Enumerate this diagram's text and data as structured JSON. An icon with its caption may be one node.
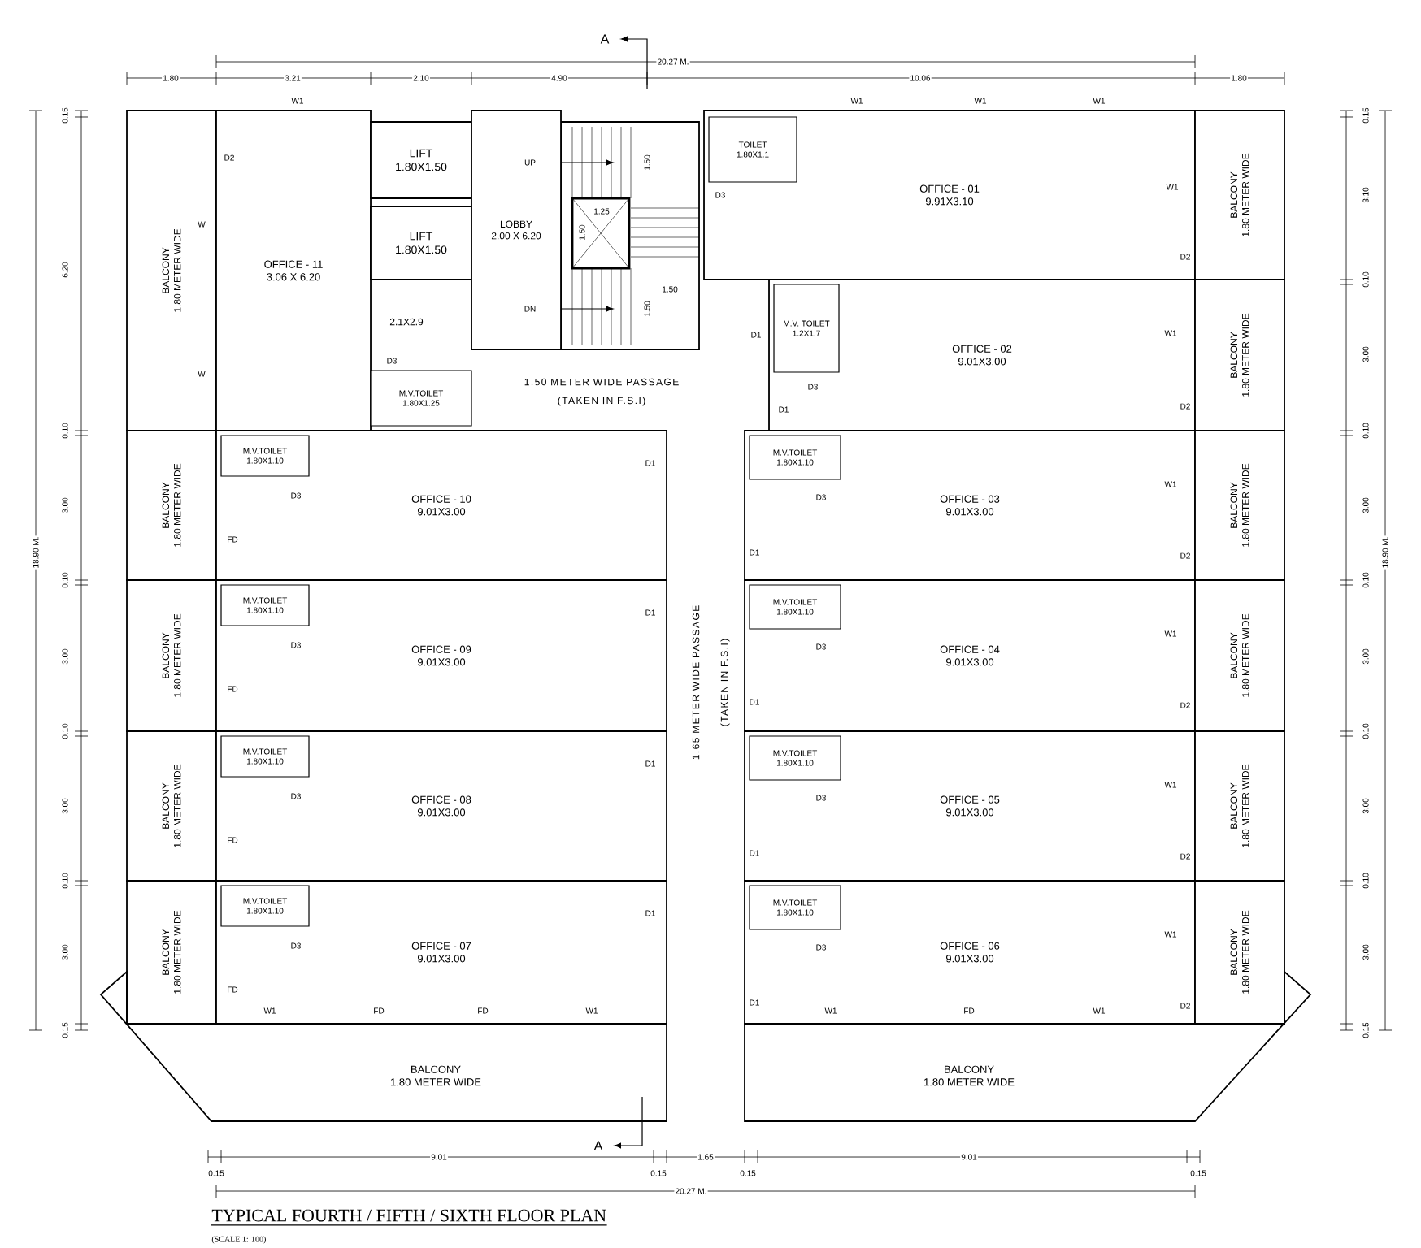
{
  "diagram": {
    "title": "TYPICAL FOURTH / FIFTH / SIXTH FLOOR PLAN",
    "caption": "(SCALE 1: 100)",
    "nodes": [
      {
        "text": [
          "BALCONY",
          "1.80 METER WIDE"
        ]
      },
      {
        "text": [
          "OFFICE - 11",
          "3.06 X 6.20"
        ]
      },
      {
        "text": [
          "LIFT",
          "1.80X1.50"
        ]
      },
      {
        "text": [
          "LIFT",
          "1.80X1.50"
        ]
      },
      {
        "text": [
          "LOBBY",
          "2.00 X 6.20"
        ]
      },
      {
        "text": [
          "M.V.TOILET",
          "1.80X1.25"
        ]
      },
      {
        "text": [
          "OFFICE - 01",
          "9.91X3.10"
        ]
      },
      {
        "text": [
          "TOILET",
          "1.80X1.1"
        ],
        "in": 6
      },
      {
        "text": [
          "BALCONY",
          "1.80 METER WIDE"
        ]
      },
      {
        "text": [
          "OFFICE - 02",
          "9.01X3.00"
        ]
      },
      {
        "text": [
          "M.V. TOILET",
          "1.2X1.7"
        ],
        "in": 9
      },
      {
        "text": [
          "BALCONY",
          "1.80 METER WIDE"
        ]
      },
      {
        "text": [
          "BALCONY",
          "1.80 METER WIDE"
        ]
      },
      {
        "text": [
          "OFFICE - 10",
          "9.01X3.00"
        ]
      },
      {
        "text": [
          "M.V.TOILET",
          "1.80X1.10"
        ],
        "in": 13
      },
      {
        "text": [
          "OFFICE - 03",
          "9.01X3.00"
        ]
      },
      {
        "text": [
          "M.V.TOILET",
          "1.80X1.10"
        ],
        "in": 15
      },
      {
        "text": [
          "BALCONY",
          "1.80 METER WIDE"
        ]
      },
      {
        "text": [
          "BALCONY",
          "1.80 METER WIDE"
        ]
      },
      {
        "text": [
          "OFFICE - 09",
          "9.01X3.00"
        ]
      },
      {
        "text": [
          "M.V.TOILET",
          "1.80X1.10"
        ],
        "in": 19
      },
      {
        "text": [
          "OFFICE - 04",
          "9.01X3.00"
        ]
      },
      {
        "text": [
          "M.V.TOILET",
          "1.80X1.10"
        ],
        "in": 21
      },
      {
        "text": [
          "BALCONY",
          "1.80 METER WIDE"
        ]
      },
      {
        "text": [
          "BALCONY",
          "1.80 METER WIDE"
        ]
      },
      {
        "text": [
          "OFFICE - 08",
          "9.01X3.00"
        ]
      },
      {
        "text": [
          "M.V.TOILET",
          "1.80X1.10"
        ],
        "in": 25
      },
      {
        "text": [
          "OFFICE - 05",
          "9.01X3.00"
        ]
      },
      {
        "text": [
          "M.V.TOILET",
          "1.80X1.10"
        ],
        "in": 27
      },
      {
        "text": [
          "BALCONY",
          "1.80 METER WIDE"
        ]
      },
      {
        "text": [
          "BALCONY",
          "1.80 METER WIDE"
        ]
      },
      {
        "text": [
          "OFFICE - 07",
          "9.01X3.00"
        ]
      },
      {
        "text": [
          "M.V.TOILET",
          "1.80X1.10"
        ],
        "in": 31
      },
      {
        "text": [
          "OFFICE - 06",
          "9.01X3.00"
        ]
      },
      {
        "text": [
          "M.V.TOILET",
          "1.80X1.10"
        ],
        "in": 33
      },
      {
        "text": [
          "BALCONY",
          "1.80 METER WIDE"
        ]
      },
      {
        "text": [
          "BALCONY",
          "1.80 METER WIDE"
        ]
      },
      {
        "text": [
          "BALCONY",
          "1.80 METER WIDE"
        ]
      }
    ],
    "labels": [
      "A",
      "20.27 M.",
      "1.80",
      "3.21",
      "2.10",
      "4.90",
      "10.06",
      "1.80",
      "18.90 M.",
      "0.15",
      "6.20",
      "0.10",
      "3.00",
      "0.10",
      "3.00",
      "0.10",
      "3.00",
      "0.10",
      "3.00",
      "0.15",
      "0.15",
      "3.10",
      "0.10",
      "3.00",
      "0.10",
      "3.00",
      "0.10",
      "3.00",
      "0.10",
      "3.00",
      "0.10",
      "3.00",
      "0.15",
      "18.90 M.",
      "W1",
      "W1",
      "W1",
      "W1",
      "D2",
      "UP",
      "1.50",
      "D3",
      "W1",
      "1.25",
      "W",
      "1.50",
      "D2",
      "1.50",
      "DN",
      "1.50",
      "2.1X2.9",
      "D1",
      "W1",
      "D3",
      "D3",
      "W",
      "1.50 METER WIDE PASSAGE",
      "(TAKEN IN F.S.I)",
      "D1",
      "D2",
      "D1",
      "D3",
      "FD",
      "W1",
      "D3",
      "D1",
      "D2",
      "D1",
      "D3",
      "FD",
      "W1",
      "D3",
      "D1",
      "D2",
      "D1",
      "D3",
      "FD",
      "W1",
      "D3",
      "D1",
      "D2",
      "D1",
      "D3",
      "FD",
      "W1",
      "D3",
      "D1",
      "D2",
      "1.65 METER WIDE PASSAGE",
      "(TAKEN IN F.S.I)",
      "W1",
      "FD",
      "FD",
      "W1",
      "W1",
      "FD",
      "W1",
      "A",
      "9.01",
      "1.65",
      "9.01",
      "0.15",
      "0.15",
      "0.15",
      "0.15",
      "20.27 M."
    ]
  }
}
